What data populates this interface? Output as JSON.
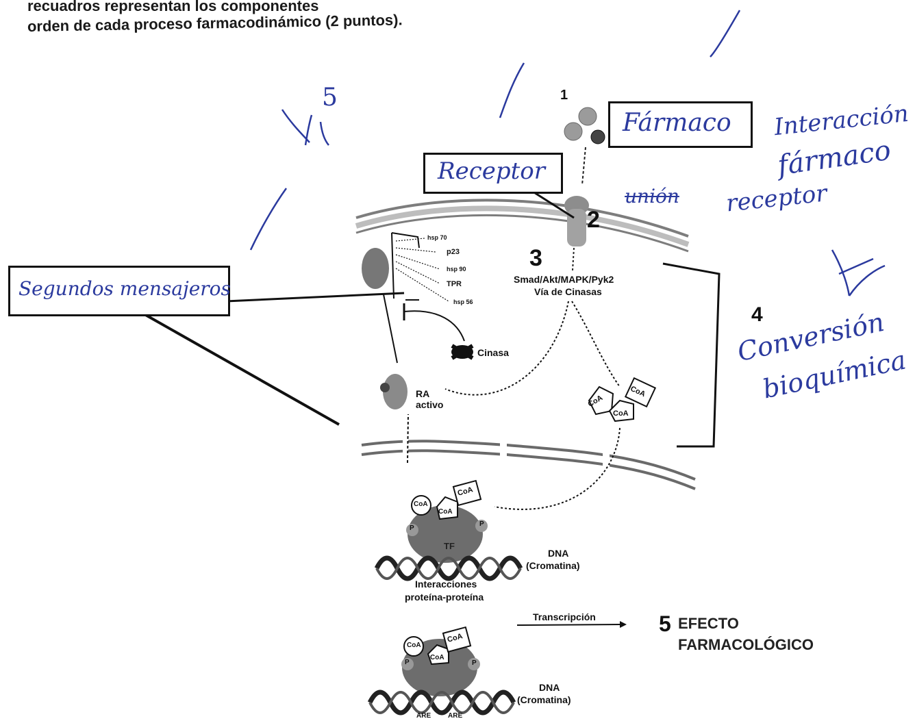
{
  "header": {
    "line1": "recuadros representan los componentes",
    "line2": "orden de cada proceso farmacodinámico (2 puntos)."
  },
  "steps": [
    "1",
    "2",
    "3",
    "4",
    "5"
  ],
  "printed": {
    "pathway": "Smad/Akt/MAPK/Pyk2",
    "pathway_sub": "Vía de Cinasas",
    "cinasa": "Cinasa",
    "ra_activo": "RA activo",
    "hsp": [
      "hsp 70",
      "p23",
      "hsp 90",
      "TPR",
      "hsp 56"
    ],
    "coa": "CoA",
    "tf": "TF",
    "dna": "DNA",
    "cromatina": "(Cromatina)",
    "interacciones": "Interacciones",
    "proteina": "proteína-proteína",
    "transcripcion": "Transcripción",
    "efecto": "EFECTO",
    "farmacologico": "FARMACOLÓGICO",
    "are": "ARE",
    "p": "P"
  },
  "handwritten": {
    "score": "5",
    "box_farmaco": "Fármaco",
    "box_receptor": "Receptor",
    "box_segundos": "Segundos mensajeros",
    "right_1": "Interacción",
    "right_2": "fármaco",
    "right_3": "unión",
    "right_4": "receptor",
    "conversion_1": "Conversión",
    "conversion_2": "bioquímica"
  },
  "colors": {
    "ink": "#2b3a9e",
    "print": "#111111",
    "membrane": "#888888"
  }
}
